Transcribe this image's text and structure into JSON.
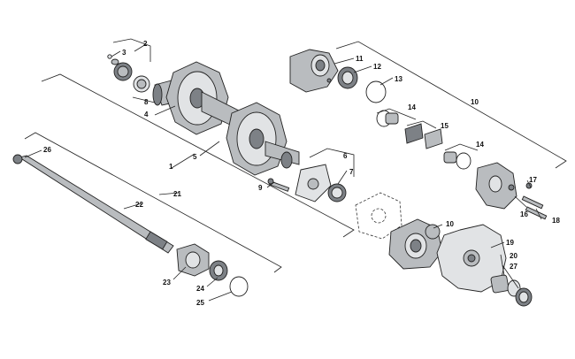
{
  "diagram": {
    "callouts": [
      {
        "id": "c1",
        "text": "1"
      },
      {
        "id": "c2",
        "text": "2"
      },
      {
        "id": "c3",
        "text": "3"
      },
      {
        "id": "c4",
        "text": "4"
      },
      {
        "id": "c5",
        "text": "5"
      },
      {
        "id": "c6",
        "text": "6"
      },
      {
        "id": "c7",
        "text": "7"
      },
      {
        "id": "c8",
        "text": "8"
      },
      {
        "id": "c9",
        "text": "9"
      },
      {
        "id": "c10a",
        "text": "10"
      },
      {
        "id": "c10b",
        "text": "10"
      },
      {
        "id": "c11",
        "text": "11"
      },
      {
        "id": "c12",
        "text": "12"
      },
      {
        "id": "c13",
        "text": "13"
      },
      {
        "id": "c14a",
        "text": "14"
      },
      {
        "id": "c14b",
        "text": "14"
      },
      {
        "id": "c15",
        "text": "15"
      },
      {
        "id": "c16",
        "text": "16"
      },
      {
        "id": "c17",
        "text": "17"
      },
      {
        "id": "c18",
        "text": "18"
      },
      {
        "id": "c19",
        "text": "19"
      },
      {
        "id": "c20",
        "text": "20"
      },
      {
        "id": "c21",
        "text": "21"
      },
      {
        "id": "c22",
        "text": "22"
      },
      {
        "id": "c23",
        "text": "23"
      },
      {
        "id": "c24",
        "text": "24"
      },
      {
        "id": "c25",
        "text": "25"
      },
      {
        "id": "c26",
        "text": "26"
      },
      {
        "id": "c27",
        "text": "27"
      }
    ]
  }
}
